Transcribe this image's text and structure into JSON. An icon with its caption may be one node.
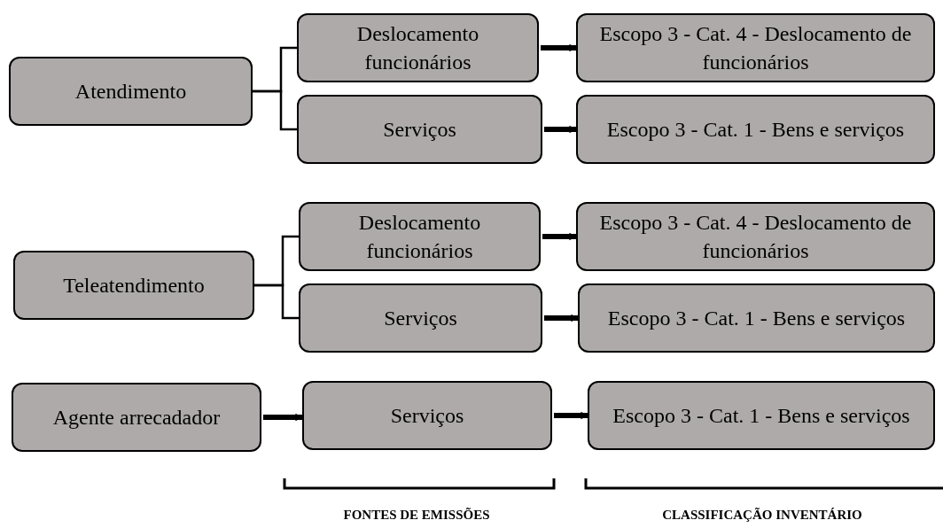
{
  "diagram": {
    "nodes": [
      {
        "text": [
          "Atendimento"
        ]
      },
      {
        "text": [
          "Deslocamento funcionários"
        ]
      },
      {
        "text": [
          "Escopo 3 - Cat. 4 - Deslocamento de funcionários"
        ]
      },
      {
        "text": [
          "Serviços"
        ]
      },
      {
        "text": [
          "Escopo 3 - Cat. 1 - Bens e serviços"
        ]
      },
      {
        "text": [
          "Teleatendimento"
        ]
      },
      {
        "text": [
          "Deslocamento funcionários"
        ]
      },
      {
        "text": [
          "Escopo 3 - Cat. 4 - Deslocamento de funcionários"
        ]
      },
      {
        "text": [
          "Serviços"
        ]
      },
      {
        "text": [
          "Escopo 3 - Cat. 1 - Bens e serviços"
        ]
      },
      {
        "text": [
          "Agente arrecadador"
        ]
      },
      {
        "text": [
          "Serviços"
        ]
      },
      {
        "text": [
          "Escopo 3 - Cat. 1 - Bens e serviços"
        ]
      }
    ],
    "edges": [
      {
        "from": 0,
        "to": 1,
        "arrow": "none"
      },
      {
        "from": 0,
        "to": 3,
        "arrow": "none"
      },
      {
        "from": 1,
        "to": 2,
        "arrow": "to"
      },
      {
        "from": 3,
        "to": 4,
        "arrow": "to"
      },
      {
        "from": 5,
        "to": 6,
        "arrow": "none"
      },
      {
        "from": 5,
        "to": 8,
        "arrow": "none"
      },
      {
        "from": 6,
        "to": 7,
        "arrow": "to"
      },
      {
        "from": 8,
        "to": 9,
        "arrow": "to"
      },
      {
        "from": 10,
        "to": 11,
        "arrow": "to"
      },
      {
        "from": 11,
        "to": 12,
        "arrow": "to"
      }
    ],
    "labels": [
      "FONTES DE EMISSÕES",
      "CLASSIFICAÇÃO INVENTÁRIO"
    ]
  }
}
